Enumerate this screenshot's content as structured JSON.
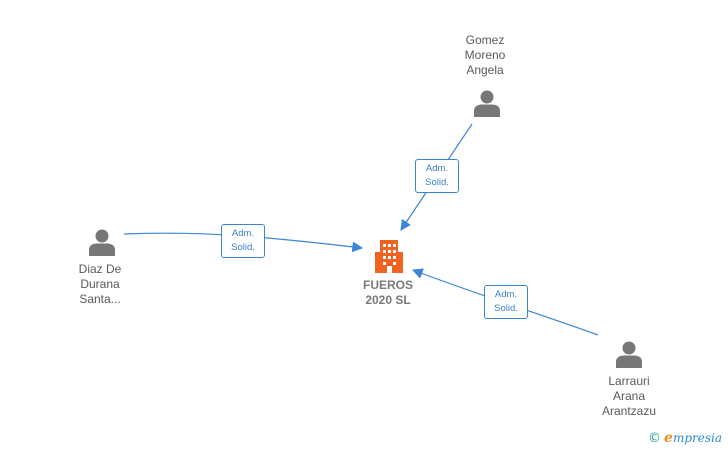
{
  "company": {
    "name_line1": "FUEROS",
    "name_line2": "2020  SL",
    "icon": "building-icon",
    "color": "#f26322"
  },
  "persons": [
    {
      "id": "gomez",
      "lines": [
        "Gomez",
        "Moreno",
        "Angela"
      ],
      "icon": "person-icon"
    },
    {
      "id": "diaz",
      "lines": [
        "Diaz De",
        "Durana",
        "Santa..."
      ],
      "icon": "person-icon"
    },
    {
      "id": "larrauri",
      "lines": [
        "Larrauri",
        "Arana",
        "Arantzazu"
      ],
      "icon": "person-icon"
    }
  ],
  "relations": [
    {
      "from": "gomez",
      "line1": "Adm.",
      "line2": "Solid."
    },
    {
      "from": "diaz",
      "line1": "Adm.",
      "line2": "Solid."
    },
    {
      "from": "larrauri",
      "line1": "Adm.",
      "line2": "Solid."
    }
  ],
  "colors": {
    "edge": "#3a86d4",
    "person": "#777777",
    "company": "#f26322"
  },
  "footer": {
    "copyright": "©",
    "brand_initial": "e",
    "brand_rest": "mpresia"
  }
}
